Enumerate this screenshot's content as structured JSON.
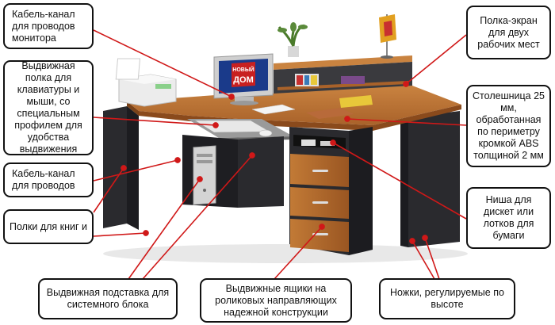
{
  "labels": {
    "monitor_cable": "Кабель-канал для проводов монитора",
    "keyboard_shelf": "Выдвижная полка для клавиатуры и мыши, со специальным профилем для удобства выдвижения",
    "cable_channel": "Кабель-канал для проводов",
    "book_shelves": "Полки для книг и",
    "system_stand": "Выдвижная подставка для системного блока",
    "drawers": "Выдвижные ящики на роликовых направляющих надежной конструкции",
    "legs": "Ножки, регулируемые по высоте",
    "shelf_screen": "Полка-экран для двух рабочих мест",
    "tabletop": "Столешница 25 мм, обработанная по периметру кромкой ABS толщиной 2 мм",
    "niche": "Ниша для дискет или лотков для бумаги"
  },
  "monitor_logo": [
    "НОВЫЙ",
    "ДОМ"
  ],
  "colors": {
    "wood": "#b0682a",
    "wood_dark": "#8a4a1c",
    "body": "#2a2a2e",
    "arrow": "#d01818",
    "border": "#111111"
  }
}
